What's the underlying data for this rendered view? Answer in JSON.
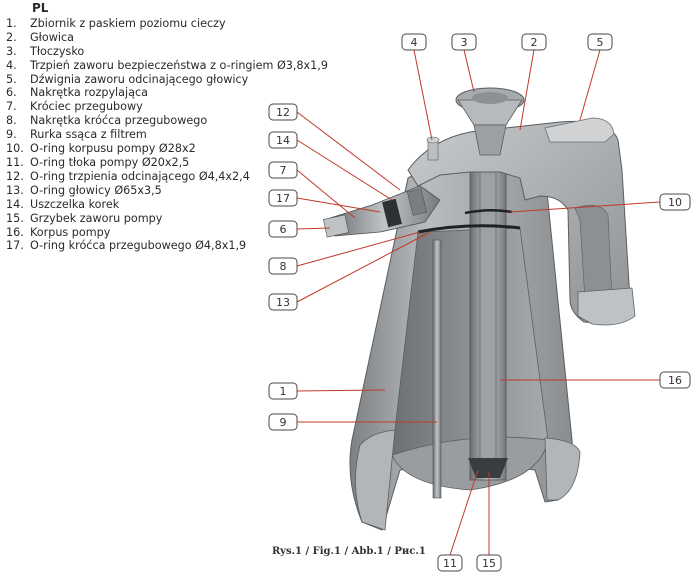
{
  "list_title": "PL",
  "parts": [
    {
      "num": "1.",
      "text": "Zbiornik z paskiem poziomu cieczy"
    },
    {
      "num": "2.",
      "text": "Głowica"
    },
    {
      "num": "3.",
      "text": "Tłoczysko"
    },
    {
      "num": "4.",
      "text": "Trzpień zaworu bezpieczeństwa z o-ringiem Ø3,8x1,9"
    },
    {
      "num": "5.",
      "text": "Dźwignia zaworu odcinającego głowicy"
    },
    {
      "num": "6.",
      "text": "Nakrętka rozpylająca"
    },
    {
      "num": "7.",
      "text": "Króciec przegubowy"
    },
    {
      "num": "8.",
      "text": "Nakrętka króćca przegubowego"
    },
    {
      "num": "9.",
      "text": "Rurka ssąca z filtrem"
    },
    {
      "num": "10.",
      "text": "O-ring korpusu pompy Ø28x2"
    },
    {
      "num": "11.",
      "text": "O-ring tłoka pompy Ø20x2,5"
    },
    {
      "num": "12.",
      "text": "O-ring trzpienia odcinającego Ø4,4x2,4"
    },
    {
      "num": "13.",
      "text": "O-ring głowicy Ø65x3,5"
    },
    {
      "num": "14.",
      "text": "Uszczelka korek"
    },
    {
      "num": "15.",
      "text": "Grzybek zaworu pompy"
    },
    {
      "num": "16.",
      "text": "Korpus pompy"
    },
    {
      "num": "17.",
      "text": "O-ring króćca przegubowego Ø4,8x1,9"
    }
  ],
  "callouts": {
    "c1": "1",
    "c2": "2",
    "c3": "3",
    "c4": "4",
    "c5": "5",
    "c6": "6",
    "c7": "7",
    "c8": "8",
    "c9": "9",
    "c10": "10",
    "c11": "11",
    "c12": "12",
    "c13": "13",
    "c14": "14",
    "c15": "15",
    "c16": "16",
    "c17": "17"
  },
  "caption": "Rys.1 / Fig.1 / Abb.1 / Рис.1",
  "colors": {
    "leader": "#c0392b",
    "body_gray": "#a9acae",
    "dark_gray": "#6f7376"
  }
}
